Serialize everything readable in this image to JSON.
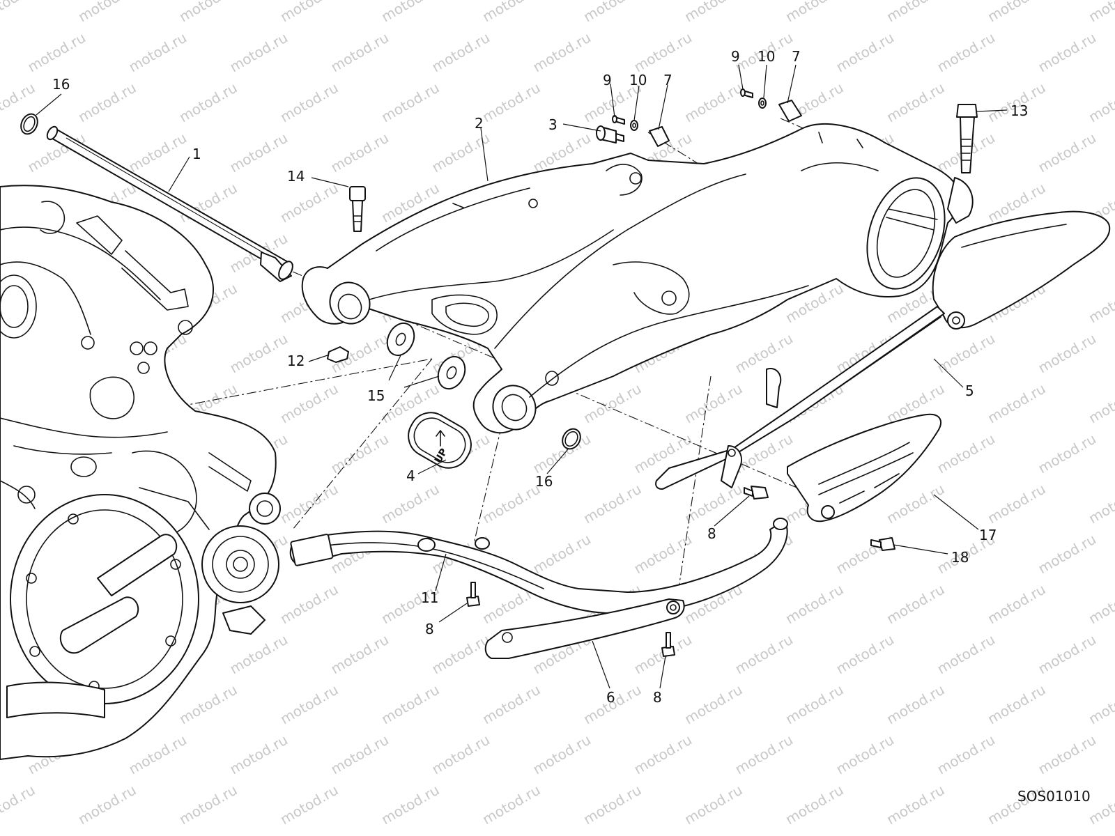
{
  "watermark": "motod.ru",
  "drawing_code": "SOS01010",
  "up_marking": "UP",
  "callouts": [
    {
      "id": "c16a",
      "label": "16"
    },
    {
      "id": "c1",
      "label": "1"
    },
    {
      "id": "c2",
      "label": "2"
    },
    {
      "id": "c3",
      "label": "3"
    },
    {
      "id": "c9a",
      "label": "9"
    },
    {
      "id": "c10a",
      "label": "10"
    },
    {
      "id": "c7a",
      "label": "7"
    },
    {
      "id": "c9b",
      "label": "9"
    },
    {
      "id": "c10b",
      "label": "10"
    },
    {
      "id": "c7b",
      "label": "7"
    },
    {
      "id": "c13",
      "label": "13"
    },
    {
      "id": "c14",
      "label": "14"
    },
    {
      "id": "c12",
      "label": "12"
    },
    {
      "id": "c15",
      "label": "15"
    },
    {
      "id": "c4",
      "label": "4"
    },
    {
      "id": "c16b",
      "label": "16"
    },
    {
      "id": "c5",
      "label": "5"
    },
    {
      "id": "c8a",
      "label": "8"
    },
    {
      "id": "c17",
      "label": "17"
    },
    {
      "id": "c18",
      "label": "18"
    },
    {
      "id": "c11",
      "label": "11"
    },
    {
      "id": "c8b",
      "label": "8"
    },
    {
      "id": "c6",
      "label": "6"
    },
    {
      "id": "c8c",
      "label": "8"
    }
  ]
}
